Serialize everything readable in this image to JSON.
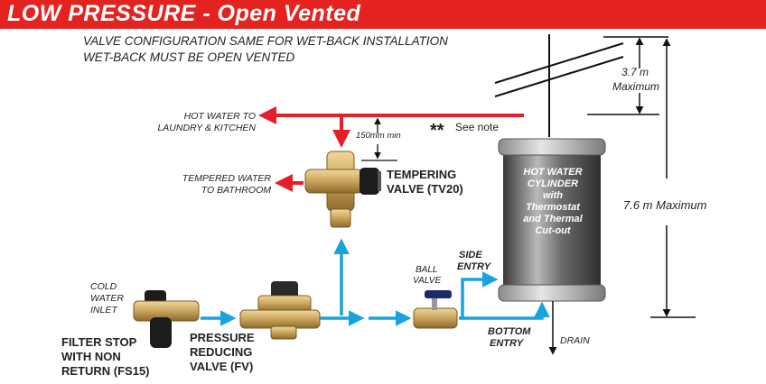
{
  "header": {
    "title": "LOW PRESSURE - Open Vented"
  },
  "notes": {
    "line1": "VALVE CONFIGURATION SAME FOR WET-BACK INSTALLATION",
    "line2": "WET-BACK MUST BE OPEN VENTED"
  },
  "labels": {
    "hot_water_1": "HOT WATER TO",
    "hot_water_2": "LAUNDRY & KITCHEN",
    "min_150": "150mm min",
    "see_note_marks": "**",
    "see_note": "See note",
    "tempered_1": "TEMPERED WATER",
    "tempered_2": "TO BATHROOM",
    "tempering_1": "TEMPERING",
    "tempering_2": "VALVE (TV20)",
    "cylinder_1": "HOT WATER",
    "cylinder_2": "CYLINDER",
    "cylinder_3": "with",
    "cylinder_4": "Thermostat",
    "cylinder_5": "and Thermal",
    "cylinder_6": "Cut-out",
    "max_37_1": "3.7 m",
    "max_37_2": "Maximum",
    "max_76": "7.6 m Maximum",
    "cold_1": "COLD",
    "cold_2": "WATER",
    "cold_3": "INLET",
    "filter_1": "FILTER STOP",
    "filter_2": "WITH NON",
    "filter_3": "RETURN (FS15)",
    "prv_1": "PRESSURE",
    "prv_2": "REDUCING",
    "prv_3": "VALVE (FV)",
    "ball_1": "BALL",
    "ball_2": "VALVE",
    "side_1": "SIDE",
    "side_2": "ENTRY",
    "bottom_1": "BOTTOM",
    "bottom_2": "ENTRY",
    "drain": "DRAIN"
  },
  "colors": {
    "header_red": "#e42320",
    "hot_pipe_red": "#e3202a",
    "cold_pipe_blue": "#19a3dc",
    "cylinder_dark": "#4a4a4a",
    "brass": "#c9a45c"
  }
}
